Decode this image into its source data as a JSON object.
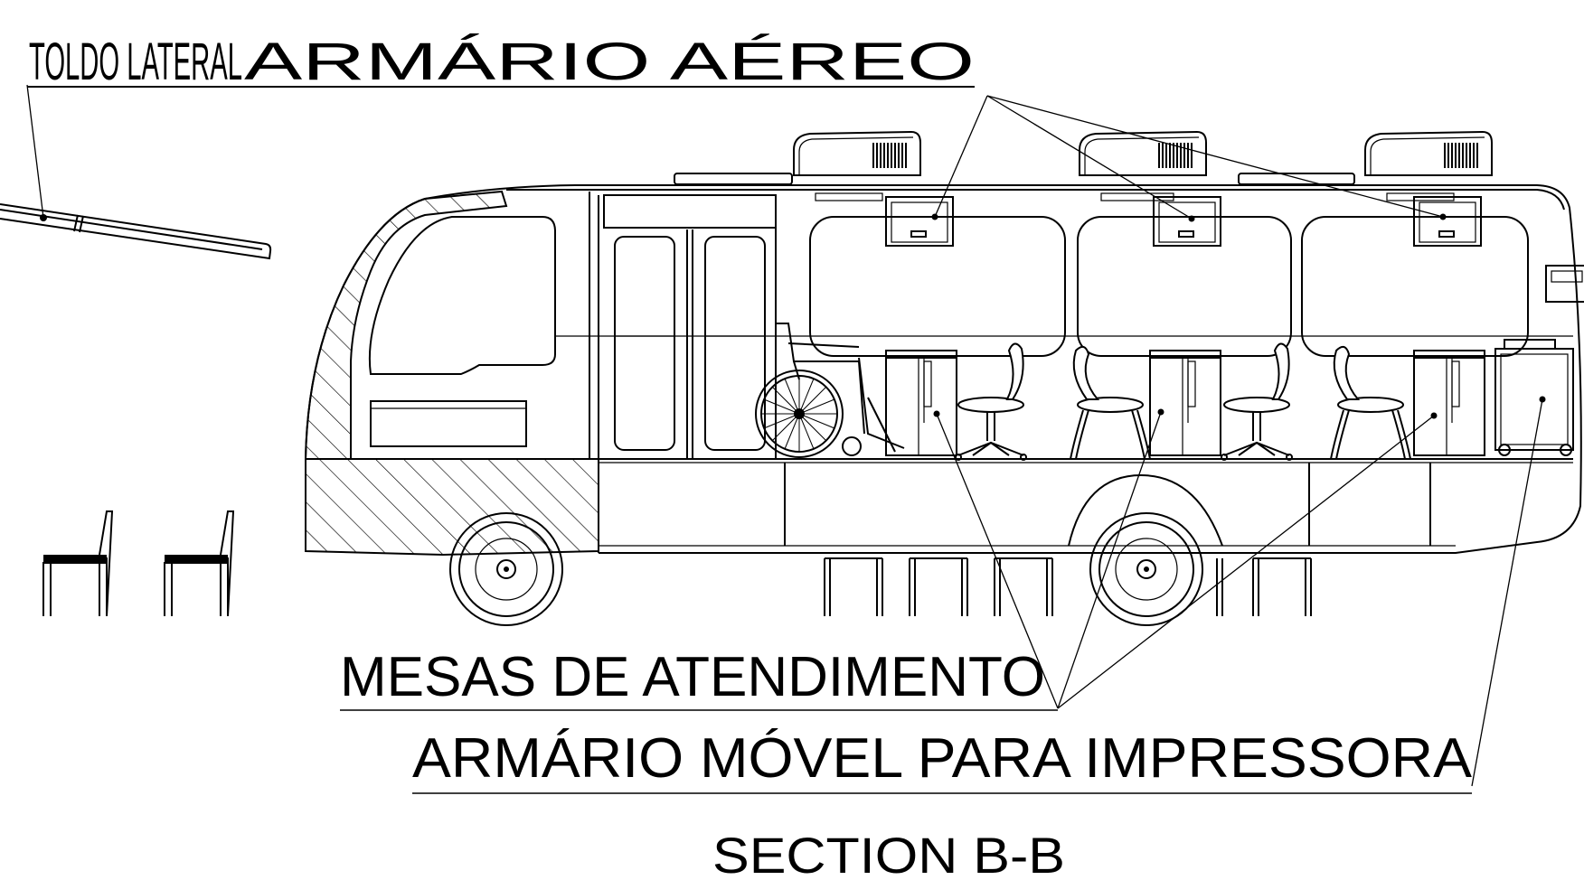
{
  "labels": {
    "toldo_lateral": "TOLDO LATERAL",
    "armario_aereo": "ARMÁRIO AÉREO",
    "mesas_atendimento": "MESAS DE ATENDIMENTO",
    "armario_movel": "ARMÁRIO MÓVEL PARA IMPRESSORA",
    "section_title": "SECTION B-B"
  }
}
